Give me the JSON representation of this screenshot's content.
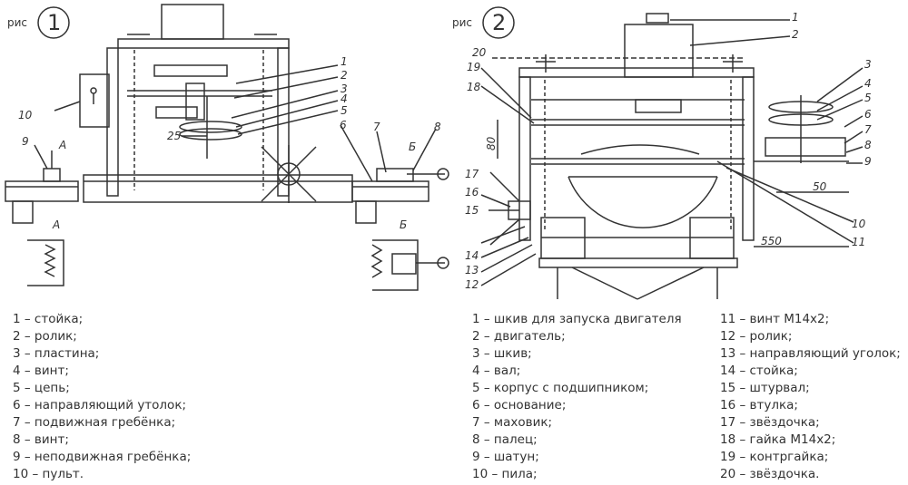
{
  "figure1": {
    "caption_prefix": "рис",
    "number": "1",
    "callouts": [
      "1",
      "2",
      "3",
      "4",
      "5",
      "6",
      "7",
      "8",
      "9",
      "10"
    ],
    "dimension_label": "25",
    "view_labels": [
      "А",
      "Б",
      "А",
      "Б"
    ],
    "legend": [
      "1 – стойка;",
      "2 – ролик;",
      "3 – пластина;",
      "4 – винт;",
      "5 – цепь;",
      "6 – направляющий утолок;",
      "7 – подвижная гребёнка;",
      "8 – винт;",
      "9 – неподвижная гребёнка;",
      "10 – пульт."
    ]
  },
  "figure2": {
    "caption_prefix": "рис",
    "number": "2",
    "callouts": [
      "1",
      "2",
      "3",
      "4",
      "5",
      "6",
      "7",
      "8",
      "9",
      "10",
      "11",
      "12",
      "13",
      "14",
      "15",
      "16",
      "17",
      "18",
      "19",
      "20"
    ],
    "dimensions": [
      "80",
      "50",
      "550"
    ],
    "legend_col1": [
      "1 – шкив для запуска двигателя",
      "2 – двигатель;",
      "3 – шкив;",
      "4 – вал;",
      "5 – корпус с подшипником;",
      "6 – основание;",
      "7 – маховик;",
      "8 – палец;",
      "9 – шатун;",
      "10 – пила;"
    ],
    "legend_col2": [
      "11 – винт М14х2;",
      "12 – ролик;",
      "13 – направляющий уголок;",
      "14 – стойка;",
      "15 – штурвал;",
      "16 – втулка;",
      "17 – звёздочка;",
      "18 – гайка М14х2;",
      "19 – контргайка;",
      "20 – звёздочка."
    ]
  }
}
